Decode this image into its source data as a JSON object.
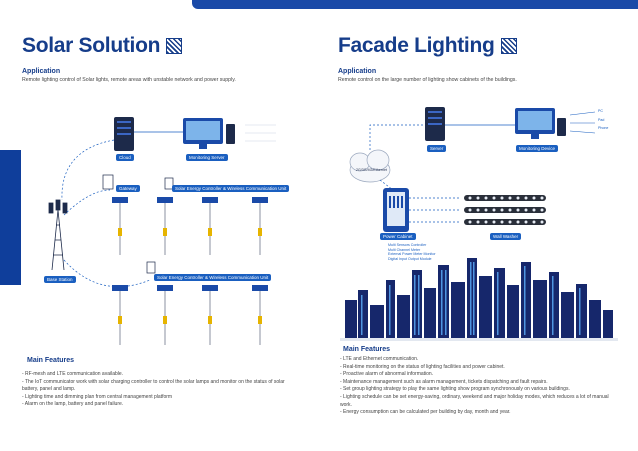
{
  "left": {
    "title": "Solar Solution",
    "application_heading": "Application",
    "application_text": "Remote lighting control of Solar lights, remote areas with unstable network and power supply.",
    "diagram": {
      "cloud": "Cloud",
      "monitoring_server": "Monitoring Server",
      "gateway": "Gateway",
      "controller_1": "Solar Energy Controller & Wireless Communication Unit",
      "controller_2": "Solar Energy Controller & Wireless Communication Unit",
      "base_station": "Base Station"
    },
    "features_heading": "Main Features",
    "features": [
      "- RF-mesh and LTE communication available.",
      "- The IoT communicator work with solar charging controller to control the solar lamps and monitor on the status of solar battery, panel and lamp.",
      "- Lighting time and dimming plan from central management platform",
      "- Alarm on the lamp, battery and panel failure."
    ]
  },
  "right": {
    "title": "Facade Lighting",
    "application_heading": "Application",
    "application_text": "Remote control on the large number of lighting show cabinets of the buildings.",
    "diagram": {
      "network": "2G/3G/4G/Ethernet",
      "server": "Server",
      "monitoring_device": "Monitoring Device",
      "power_cabinet": "Power Cabinet",
      "wall_washer": "Wall Washer",
      "cabinet_notes": [
        "Multi Sensors Controller",
        "Multi Channel Meter",
        "External Power Meter Monitor",
        "Digital Input Output Module"
      ],
      "device_notes": [
        "PC",
        "Pad",
        "Phone"
      ]
    },
    "features_heading": "Main Features",
    "features": [
      "- LTE and Ethernet communication.",
      "- Real-time monitoring on the status of lighting facilities and power cabinet.",
      "- Proactive alarm of abnormal information.",
      "- Maintenance management such as alarm management, tickets dispatching and fault repairs.",
      "- Set group lighting strategy to play the same lighting show program synchronously on various buildings.",
      "- Lighting schedule can be set energy-saving, ordinary, weekend and major holiday modes, which reduces a lot of manual work.",
      "- Energy consumption can be calculated per building by day, month and year."
    ]
  },
  "colors": {
    "brand": "#163d8a",
    "accent": "#1a5fc0",
    "bar": "#1a4aa8"
  }
}
